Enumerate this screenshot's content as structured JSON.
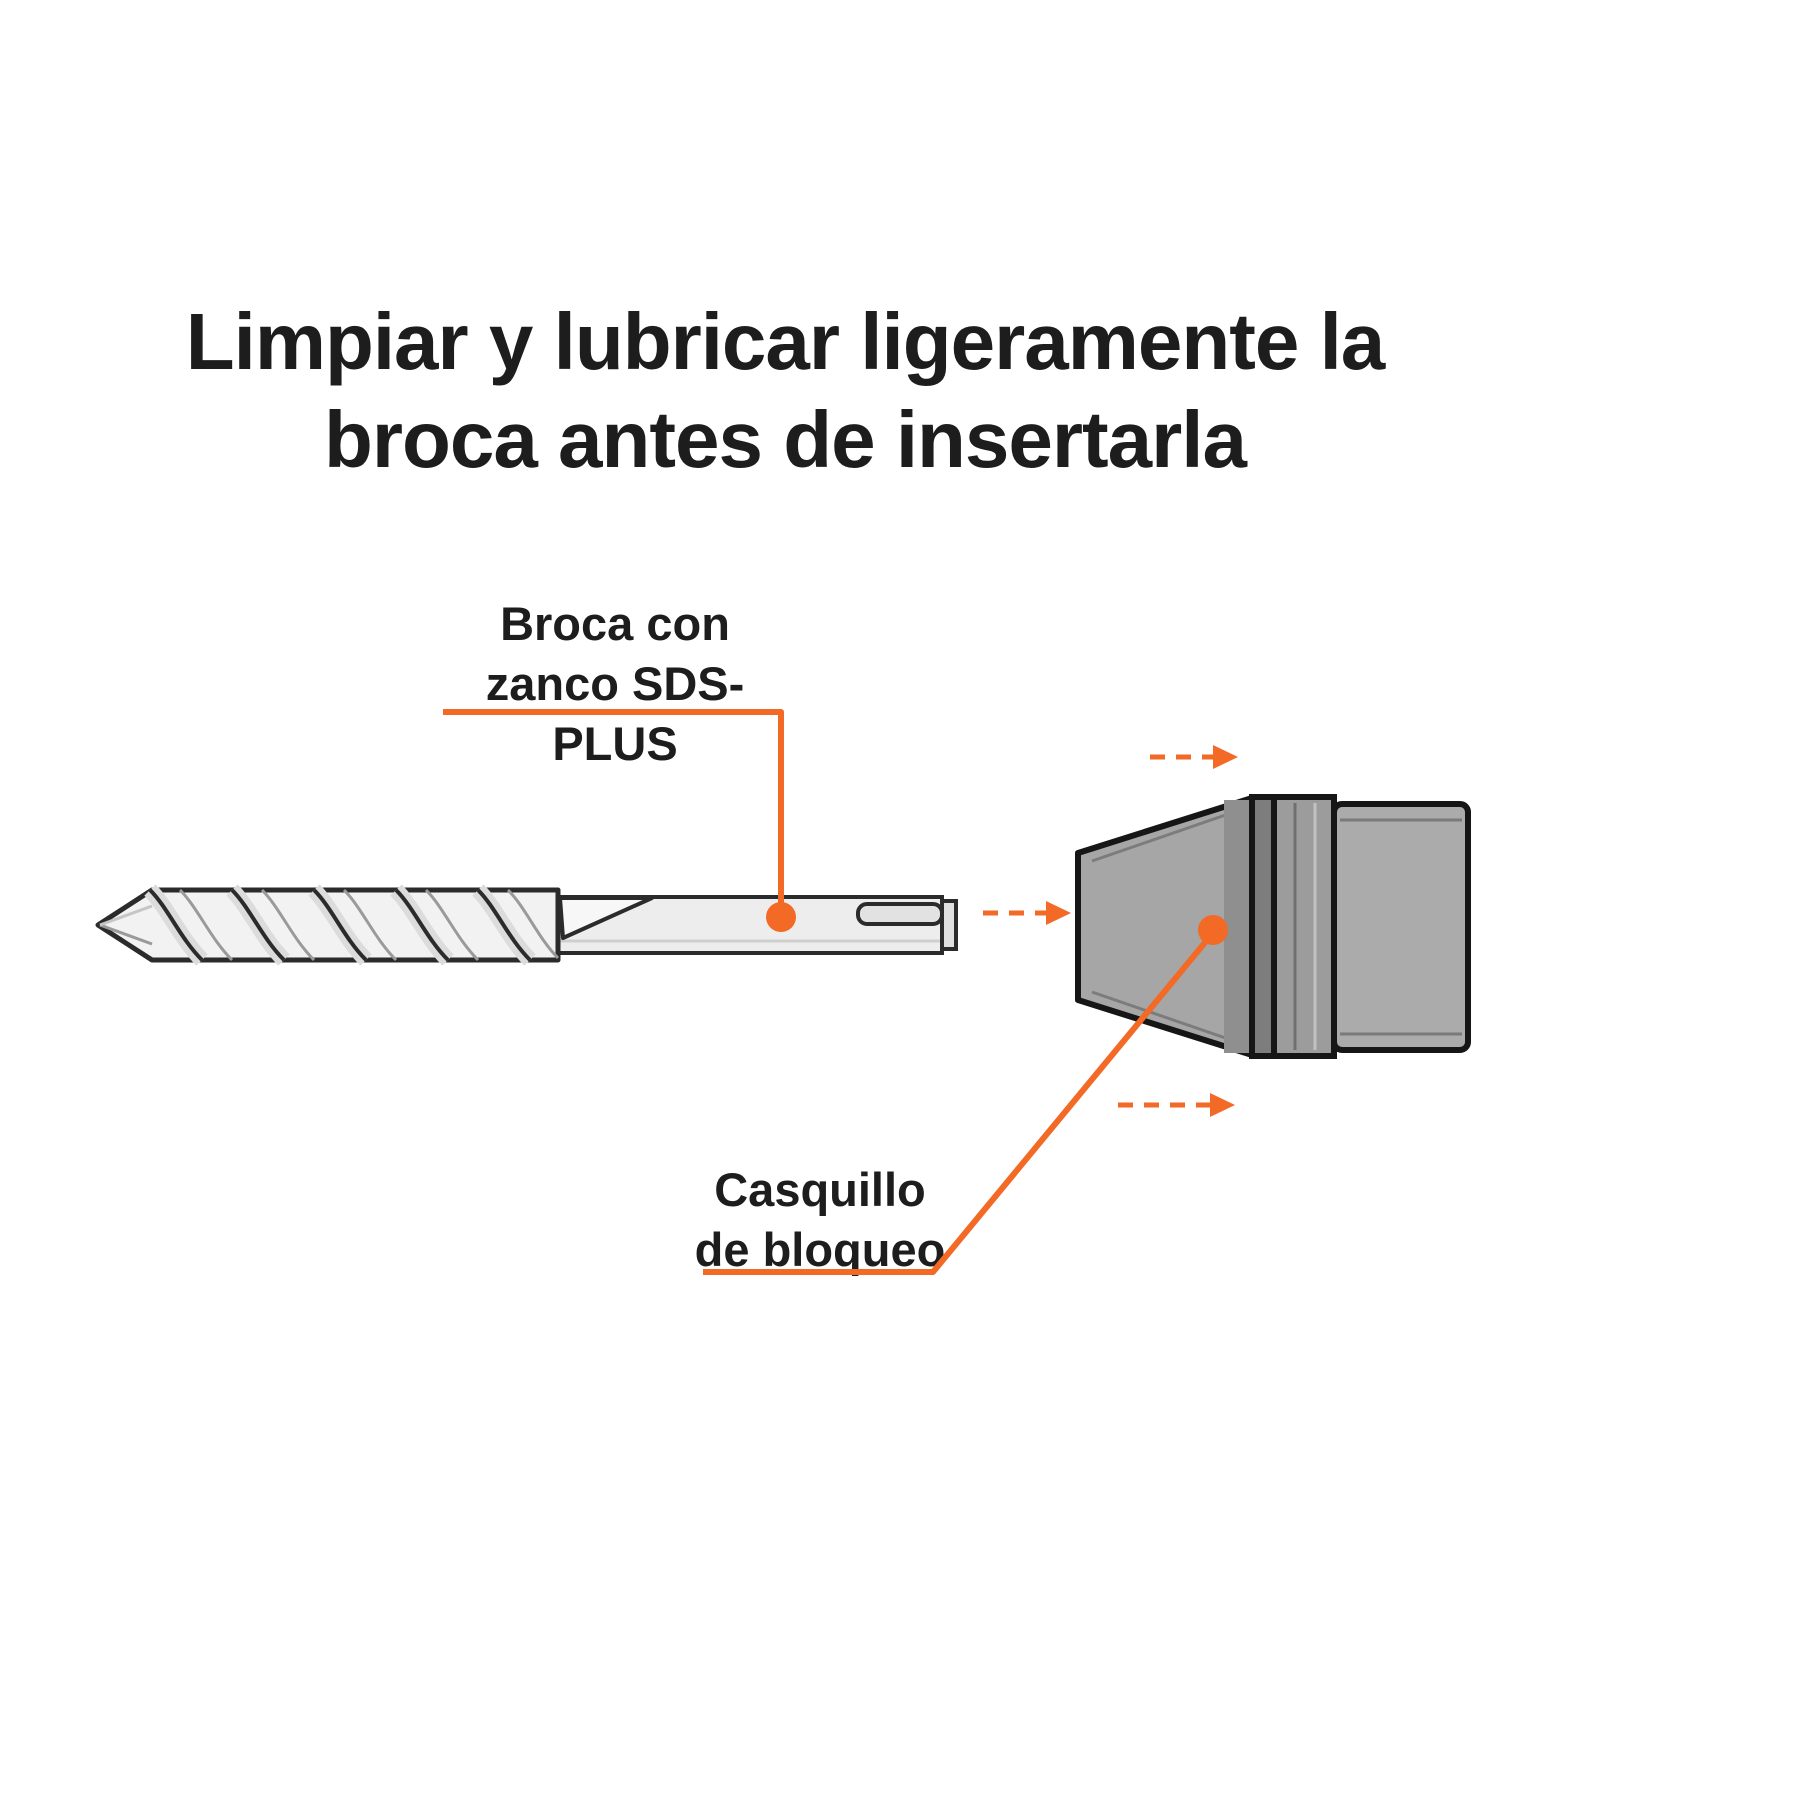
{
  "title": {
    "line1": "Limpiar y lubricar ligeramente la",
    "line2": "broca antes de insertarla"
  },
  "callouts": {
    "bit": {
      "line1": "Broca con",
      "line2": "zanco SDS-PLUS"
    },
    "sleeve": {
      "line1": "Casquillo",
      "line2": "de bloqueo"
    }
  },
  "colors": {
    "accent": "#F26A25",
    "text": "#1D1D1D",
    "outline": "#222222",
    "background": "#FFFFFF"
  }
}
